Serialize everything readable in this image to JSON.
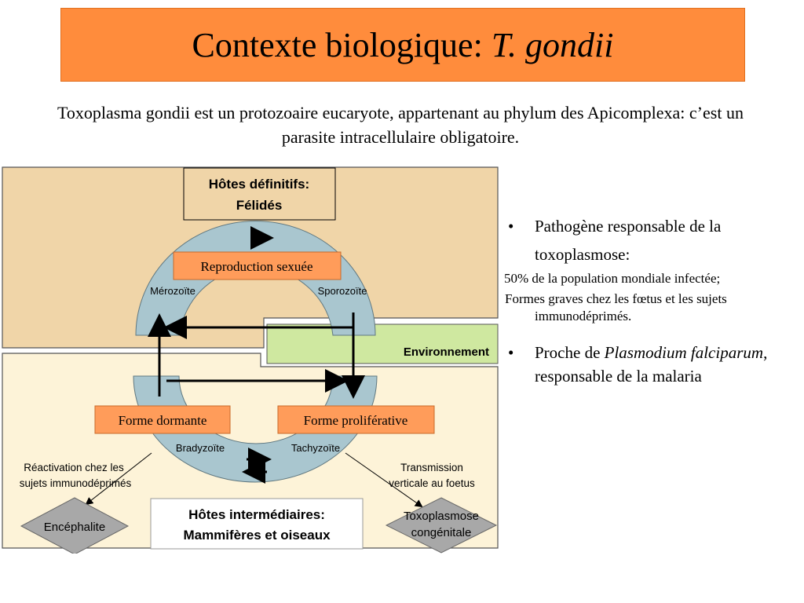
{
  "slide": {
    "title": "Contexte biologique: ",
    "title_italic": "T. gondii",
    "intro": "Toxoplasma gondii est un protozoaire eucaryote, appartenant au phylum des Apicomplexa: c’est un parasite intracellulaire obligatoire."
  },
  "diagram": {
    "definitive_host_line1": "Hôtes définitifs:",
    "definitive_host_line2": "Félidés",
    "sexual_reproduction": "Reproduction sexuée",
    "merozoite": "Mérozoïte",
    "sporozoite": "Sporozoïte",
    "environment": "Environnement",
    "dormant_form": "Forme dormante",
    "proliferative_form": "Forme proliférative",
    "bradyzoite": "Bradyzoïte",
    "tachyzoite": "Tachyzoïte",
    "reactivation_line1": "Réactivation chez les",
    "reactivation_line2": "sujets immunodéprimés",
    "transmission_line1": "Transmission",
    "transmission_line2": "verticale au foetus",
    "encephalitis": "Encéphalite",
    "congenital_line1": "Toxoplasmose",
    "congenital_line2": "congénitale",
    "intermediate_host_line1": "Hôtes intermédiaires:",
    "intermediate_host_line2": "Mammifères et oiseaux",
    "colors": {
      "felid_zone": "#f0d5a8",
      "intermediate_zone": "#fdf3d8",
      "environment": "#cfe8a0",
      "ring": "#a9c6cf",
      "orange_box": "#ff9c5a",
      "diamond": "#a8a8a8"
    }
  },
  "bullets": {
    "b1_line1": "Pathogène responsable de la",
    "b1_line2": "toxoplasmose:",
    "sub1": "50% de la population mondiale infectée;",
    "sub2": "Formes graves chez les fœtus et les sujets immunodéprimés.",
    "b2_pre": "Proche de ",
    "b2_italic": "Plasmodium falciparum",
    "b2_post": ", responsable de la malaria"
  }
}
